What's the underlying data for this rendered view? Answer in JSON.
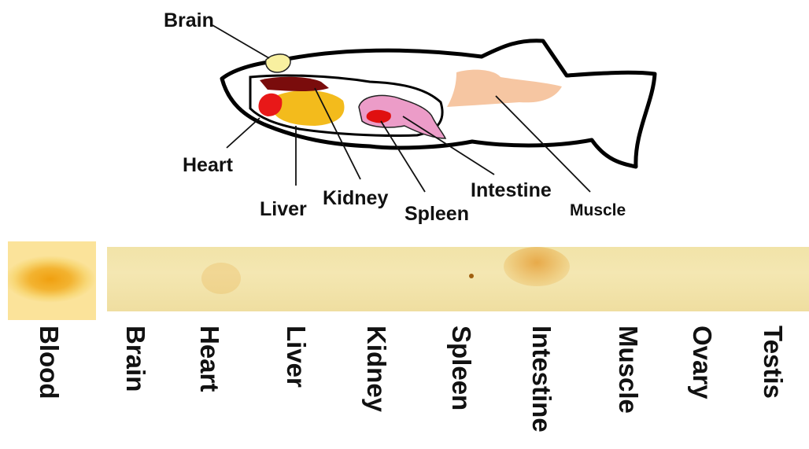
{
  "diagram": {
    "organs": {
      "brain": "Brain",
      "heart": "Heart",
      "liver": "Liver",
      "kidney": "Kidney",
      "spleen": "Spleen",
      "intestine": "Intestine",
      "muscle": "Muscle"
    },
    "colors": {
      "brain": "#f8f0a0",
      "heart": "#e81818",
      "liver": "#f3bb1c",
      "kidney": "#7a0c0c",
      "spleen": "#e01010",
      "intestine": "#ec9cc8",
      "muscle": "#f6c6a2"
    }
  },
  "strip": {
    "control_label": "Blood",
    "lanes": [
      "Brain",
      "Heart",
      "Liver",
      "Kidney",
      "Spleen",
      "Intestine",
      "Muscle",
      "Ovary",
      "Testis"
    ],
    "colors": {
      "background": "#f1e3a8",
      "signal": "#e8a83a",
      "blood": "#f0a010"
    }
  }
}
